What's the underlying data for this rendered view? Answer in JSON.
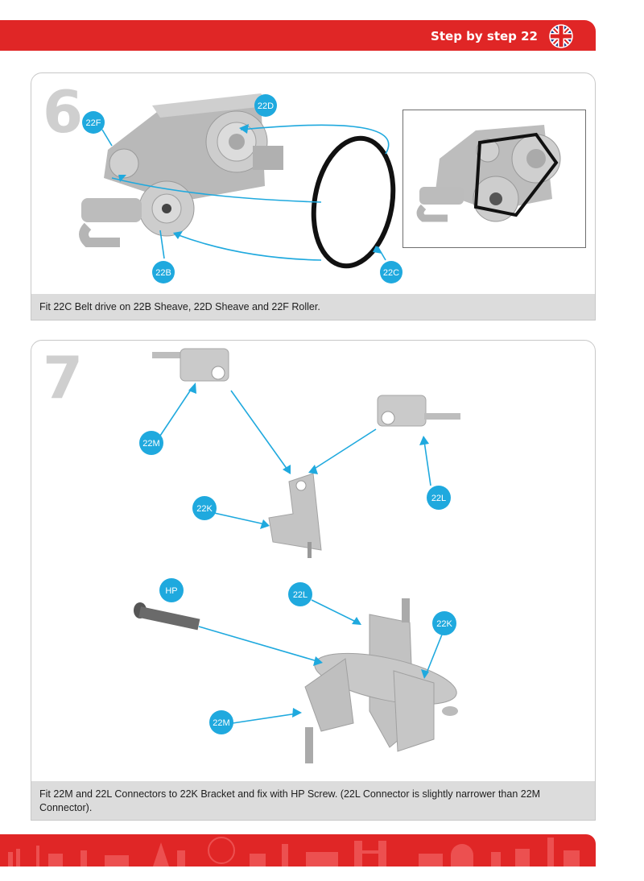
{
  "header": {
    "title": "Step by step 22",
    "flag_icon": "uk-flag-icon",
    "accent_color": "#e02626"
  },
  "steps": [
    {
      "number": "6",
      "caption": "Fit 22C Belt drive on 22B Sheave, 22D Sheave and 22F Roller.",
      "labels": [
        "22D",
        "22F",
        "22B",
        "22C"
      ]
    },
    {
      "number": "7",
      "caption": "Fit 22M and 22L Connectors to 22K Bracket and fix with HP Screw. (22L Connector is slightly narrower than 22M Connector).",
      "labels": [
        "22M",
        "22L",
        "22K",
        "HP",
        "22L",
        "22K",
        "22M"
      ]
    }
  ],
  "colors": {
    "label_bubble": "#1fa9de",
    "part_grey": "#c4c4c4",
    "caption_bg": "#dcdcdc"
  }
}
